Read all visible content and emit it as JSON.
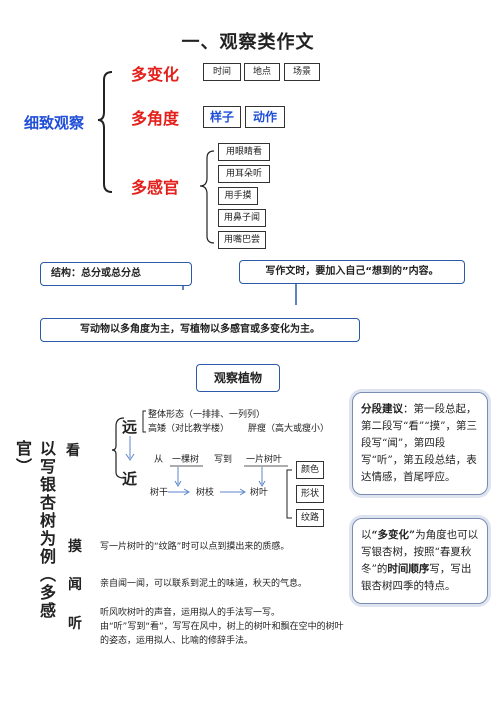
{
  "title": "一、观察类作文",
  "left_label": "细致观察",
  "categories": {
    "change": "多变化",
    "angle": "多角度",
    "senses": "多感官"
  },
  "change_items": [
    "时间",
    "地点",
    "场景"
  ],
  "angle_items": [
    "样子",
    "动作"
  ],
  "sense_items": [
    "用眼睛看",
    "用耳朵听",
    "用手摸",
    "用鼻子闻",
    "用嘴巴尝"
  ],
  "notes": {
    "structure": "结构：总分或总分总",
    "add_feeling": "写作文时，要加入自己“想到的”内容。",
    "animals_plants": "写动物以多角度为主，写植物以多感官或多变化为主。"
  },
  "section2_title": "观察植物",
  "vertical_label": "以写银杏树为例（多感官）",
  "see": {
    "label": "看",
    "far": "远",
    "near": "近",
    "far_line1": "整体形态（一排排、一列列）",
    "far_line2_a": "高矮（对比教学楼）",
    "far_line2_b": "胖瘦（高大或瘦小）",
    "seq": [
      "从",
      "一棵树",
      "写到",
      "一片树叶"
    ],
    "seq_bottom": [
      "树干",
      "树枝",
      "树叶"
    ],
    "leaf_items": [
      "颜色",
      "形状",
      "纹路"
    ]
  },
  "touch": {
    "label": "摸",
    "text": "写一片树叶的“纹路”时可以点到摸出来的质感。"
  },
  "smell": {
    "label": "闻",
    "text": "亲自闻一闻，可以联系到泥土的味道，秋天的气息。"
  },
  "listen": {
    "label": "听",
    "line1": "听风吹树叶的声音，运用拟人的手法写一写。",
    "line2": "由“听”写到“看”，写写在风中，树上的树叶和飘在空中的树叶",
    "line3": "的姿态，运用拟人、比喻的修辞手法。"
  },
  "side_note1": {
    "lead": "分段建议",
    "text": "：第一段总起，第二段写“看”“摸”，第三段写“闻”，第四段写“听”，第五段总结，表达情感，首尾呼应。"
  },
  "side_note2": {
    "pre": "以",
    "emph": "“多变化”",
    "mid": "为角度也可以写银杏树，按照“春夏秋冬”的",
    "emph2": "时间顺序",
    "post": "写，写出银杏树四季的特点。"
  }
}
